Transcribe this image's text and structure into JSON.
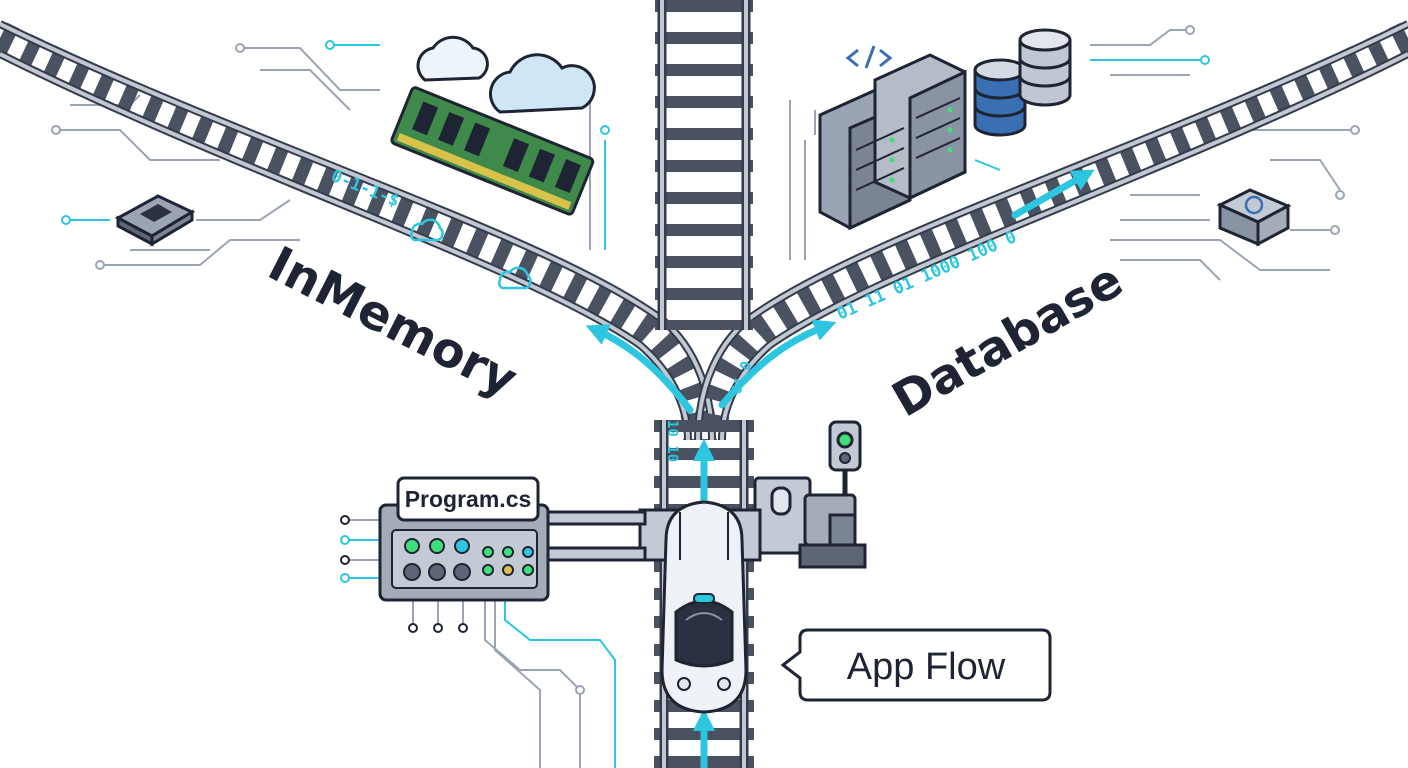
{
  "labels": {
    "left_branch": "InMemory",
    "right_branch": "Database",
    "controller": "Program.cs",
    "flow_callout": "App Flow"
  },
  "bit_streams": {
    "left": "0-1-1-$",
    "right": "01 11 01 1000 100 0",
    "center_a": "10 10",
    "center_b": "01 0"
  },
  "icons": {
    "left_side": [
      "cloud-icon",
      "cloud-icon",
      "ram-module-icon",
      "chip-icon"
    ],
    "right_side": [
      "code-bracket-icon",
      "server-rack-icon",
      "database-icon",
      "gear-chip-icon"
    ],
    "center": [
      "train-icon",
      "signal-light-icon",
      "control-panel-icon"
    ]
  },
  "colors": {
    "ink": "#1e2433",
    "rail": "#8a93a3",
    "rail_dark": "#343c4c",
    "tie": "#4a5262",
    "accent": "#2cc6e0",
    "circuit": "#9aa4b4",
    "signal_green": "#3fe07a",
    "ram_green": "#3f8a4a",
    "db_blue": "#3a6fb3"
  }
}
